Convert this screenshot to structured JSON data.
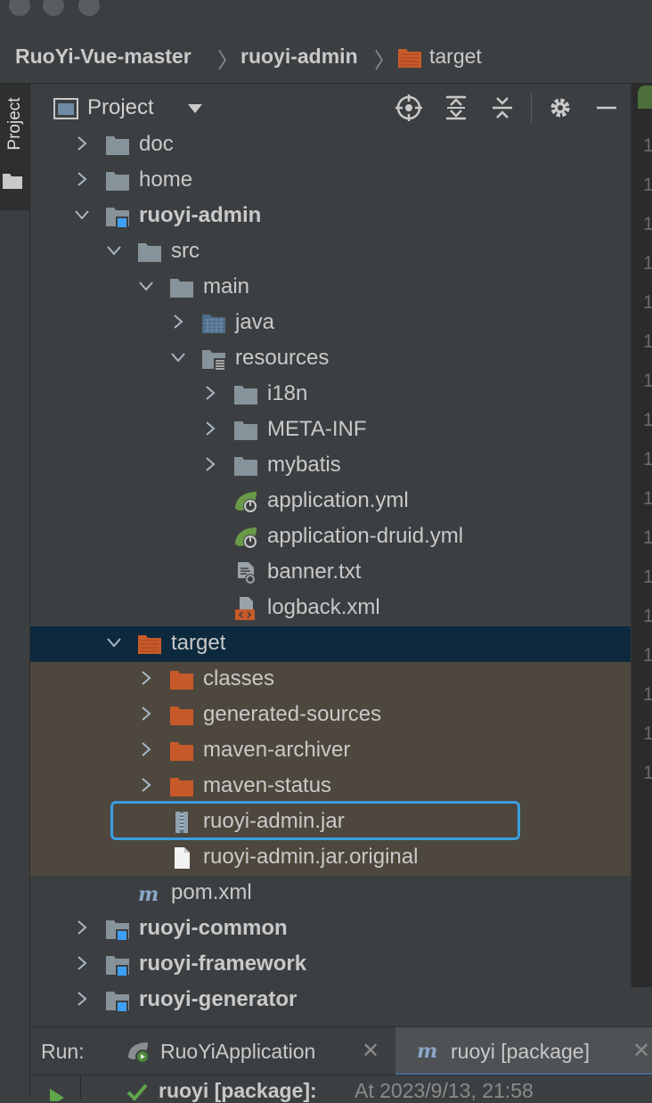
{
  "breadcrumb": {
    "project": "RuoYi-Vue-master",
    "module": "ruoyi-admin",
    "folder": "target"
  },
  "side_stripe": {
    "label": "Project"
  },
  "project_panel": {
    "title": "Project",
    "tree": {
      "doc": "doc",
      "home": "home",
      "ruoyi_admin": "ruoyi-admin",
      "src": "src",
      "main": "main",
      "java": "java",
      "resources": "resources",
      "i18n": "i18n",
      "meta_inf": "META-INF",
      "mybatis": "mybatis",
      "application_yml": "application.yml",
      "application_druid_yml": "application-druid.yml",
      "banner_txt": "banner.txt",
      "logback_xml": "logback.xml",
      "target": "target",
      "classes": "classes",
      "generated_sources": "generated-sources",
      "maven_archiver": "maven-archiver",
      "maven_status": "maven-status",
      "ruoyi_admin_jar": "ruoyi-admin.jar",
      "ruoyi_admin_jar_original": "ruoyi-admin.jar.original",
      "pom_xml": "pom.xml",
      "ruoyi_common": "ruoyi-common",
      "ruoyi_framework": "ruoyi-framework",
      "ruoyi_generator": "ruoyi-generator"
    }
  },
  "gutter": {
    "digit": "1"
  },
  "run_panel": {
    "label": "Run:",
    "tab1": "RuoYiApplication",
    "tab2": "ruoyi [package]",
    "status_name": "ruoyi [package]:",
    "status_time": "At 2023/9/13, 21:58"
  },
  "colors": {
    "background": "#3c3f41",
    "selection": "#0d293e",
    "excluded_bg": "#4d473d",
    "highlight_border": "#3b9ee0",
    "folder": "#87939a",
    "excluded_folder": "#c75a2a",
    "module_badge": "#3d9ff5",
    "spring_green": "#6a9a48"
  }
}
